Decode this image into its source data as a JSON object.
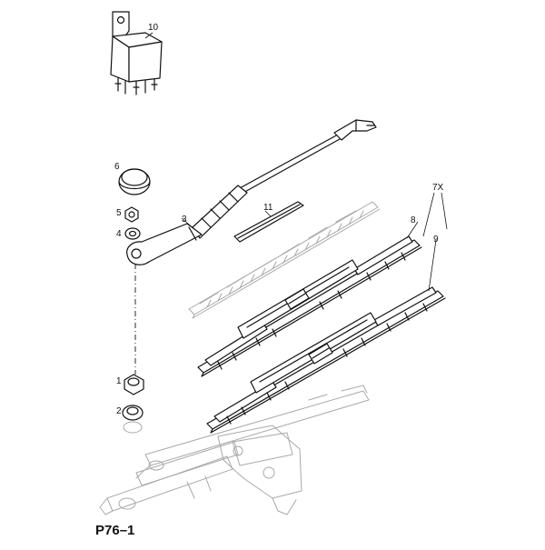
{
  "figure_code": "P76–1",
  "callouts": {
    "c1": "1",
    "c2": "2",
    "c3": "3",
    "c4": "4",
    "c5": "5",
    "c6": "6",
    "c7": "7X",
    "c8": "8",
    "c9": "9",
    "c10": "10",
    "c11": "11"
  }
}
